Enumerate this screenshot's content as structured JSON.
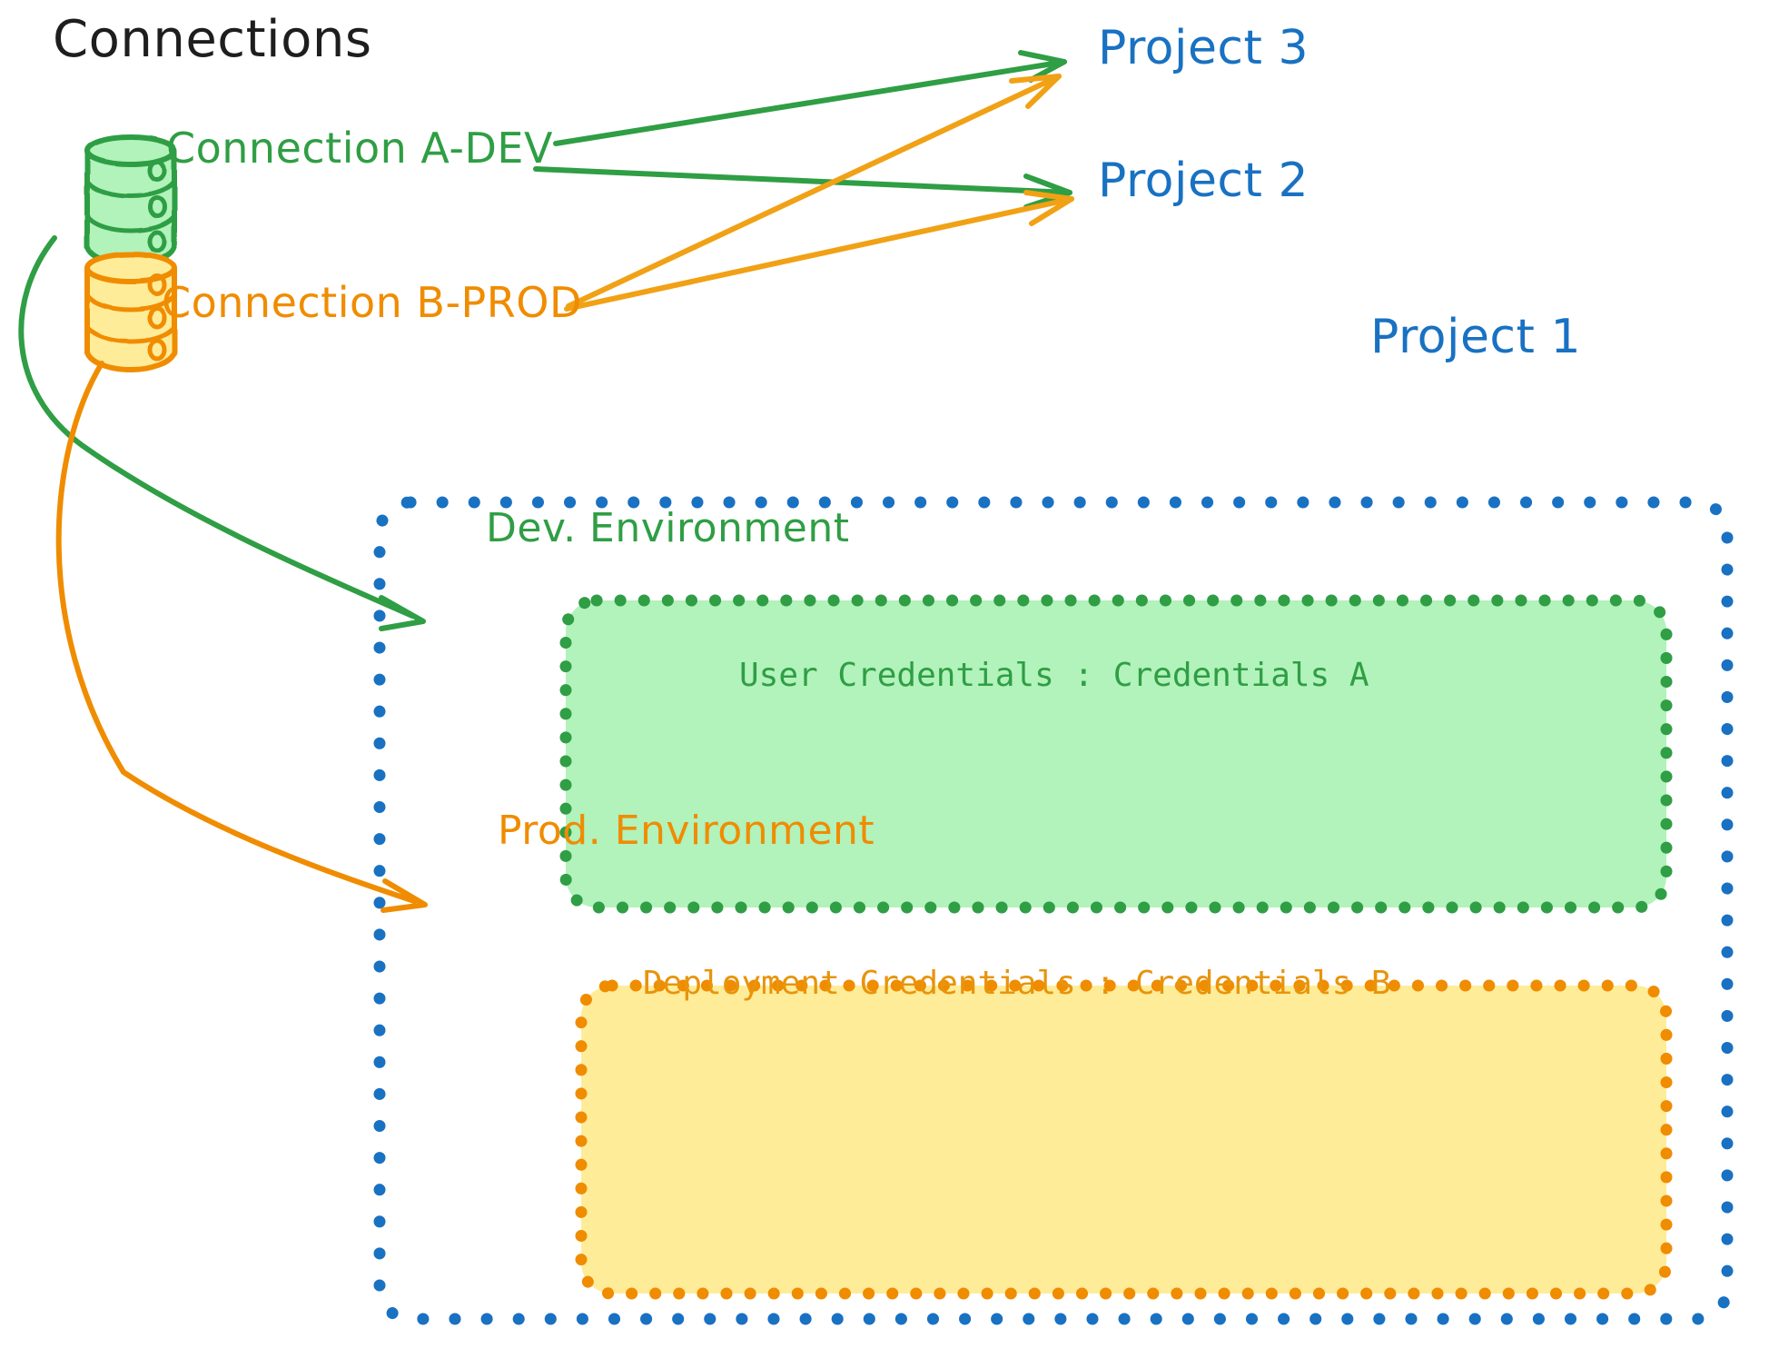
{
  "diagram": {
    "title": "Connections",
    "background": "#ffffff"
  },
  "colors": {
    "title_text": "#1e1e1e",
    "green_stroke": "#2f9e44",
    "green_fill": "#b2f2bb",
    "orange_stroke": "#f08c00",
    "orange_fill": "#ffec99",
    "blue": "#1971c2",
    "dev_credentials_text": "#2f9e44",
    "prod_credentials_text": "#e8940c"
  },
  "connections": [
    {
      "id": "connection-a-dev",
      "label": "Connection A-DEV",
      "color": "#2f9e44",
      "icon": "database-cylinder-icon"
    },
    {
      "id": "connection-b-prod",
      "label": "Connection B-PROD",
      "color": "#f08c00",
      "icon": "database-cylinder-icon"
    }
  ],
  "projects": [
    {
      "id": "project-3",
      "label": "Project 3",
      "color": "#1971c2"
    },
    {
      "id": "project-2",
      "label": "Project 2",
      "color": "#1971c2"
    },
    {
      "id": "project-1",
      "label": "Project 1",
      "color": "#1971c2"
    }
  ],
  "project_1": {
    "label": "Project 1",
    "border_color": "#1971c2",
    "environments": [
      {
        "id": "dev-environment",
        "title": "Dev. Environment",
        "credentials_label": "User Credentials",
        "credentials_value": "Credentials A",
        "credentials_line": "User Credentials : Credentials A",
        "fill": "#b2f2bb",
        "border": "#2f9e44"
      },
      {
        "id": "prod-environment",
        "title": "Prod. Environment",
        "credentials_label": "Deployment Credentials",
        "credentials_value": "Credentials B",
        "credentials_line": "Deployment Credentials : Credentials B",
        "fill": "#ffec99",
        "border": "#f08c00"
      }
    ]
  },
  "edges": [
    {
      "id": "edge-a-dev-to-project-3",
      "from": "connection-a-dev",
      "to": "project-3",
      "color": "#2f9e44",
      "style": "straight-arrow"
    },
    {
      "id": "edge-a-dev-to-project-2",
      "from": "connection-a-dev",
      "to": "project-2",
      "color": "#2f9e44",
      "style": "straight-arrow"
    },
    {
      "id": "edge-a-dev-to-dev-environment",
      "from": "connection-a-dev",
      "to": "dev-environment",
      "color": "#2f9e44",
      "style": "curved-arrow"
    },
    {
      "id": "edge-b-prod-to-project-3",
      "from": "connection-b-prod",
      "to": "project-3",
      "color": "#f1a115",
      "style": "straight-arrow"
    },
    {
      "id": "edge-b-prod-to-project-2",
      "from": "connection-b-prod",
      "to": "project-2",
      "color": "#f1a115",
      "style": "straight-arrow"
    },
    {
      "id": "edge-b-prod-to-prod-environment",
      "from": "connection-b-prod",
      "to": "prod-environment",
      "color": "#f08c00",
      "style": "curved-arrow"
    }
  ]
}
